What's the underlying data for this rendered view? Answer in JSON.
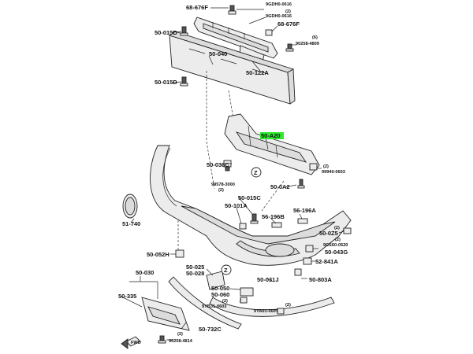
{
  "callouts": {
    "c1": "68-676F",
    "c2": "9GDH0-0616",
    "c3": "(2)",
    "c4": "9GDH0-0616",
    "c5": "50-015D",
    "c6": "68-676F",
    "c7": "(6)",
    "c8": "90258-4809",
    "c9": "50-040",
    "c10": "50-122A",
    "c11": "50-015D",
    "c12": "50-A20",
    "c13": "50-036C",
    "c14": "(2)",
    "c15": "99940-0603",
    "c16": "50-0A2",
    "c17": "99578-3000",
    "c18": "(2)",
    "c19": "50-015C",
    "c20": "50-101A",
    "c21": "56-196B",
    "c22": "56-196A",
    "c23": "51-740",
    "c24": "(2)",
    "c25": "50-0Z5",
    "c26": "(2)",
    "c27": "9CS60-0520",
    "c28": "50-043G",
    "c29": "50-052H",
    "c30": "52-841A",
    "c31": "50-025",
    "c32": "50-028",
    "c33": "50-030",
    "c34": "50-031J",
    "c35": "50-803A",
    "c36": "50-050",
    "c37": "50-060",
    "c38": "50-335",
    "c39": "(2)",
    "c40": "9YB31-0603",
    "c41": "(2)",
    "c42": "9YA01-0607",
    "c43": "50-732C",
    "c44": "(2)",
    "c45": "90258-4814",
    "c46": "Z",
    "c47": "Z",
    "c48": "FWD"
  },
  "highlight_color": "#2fe82f"
}
